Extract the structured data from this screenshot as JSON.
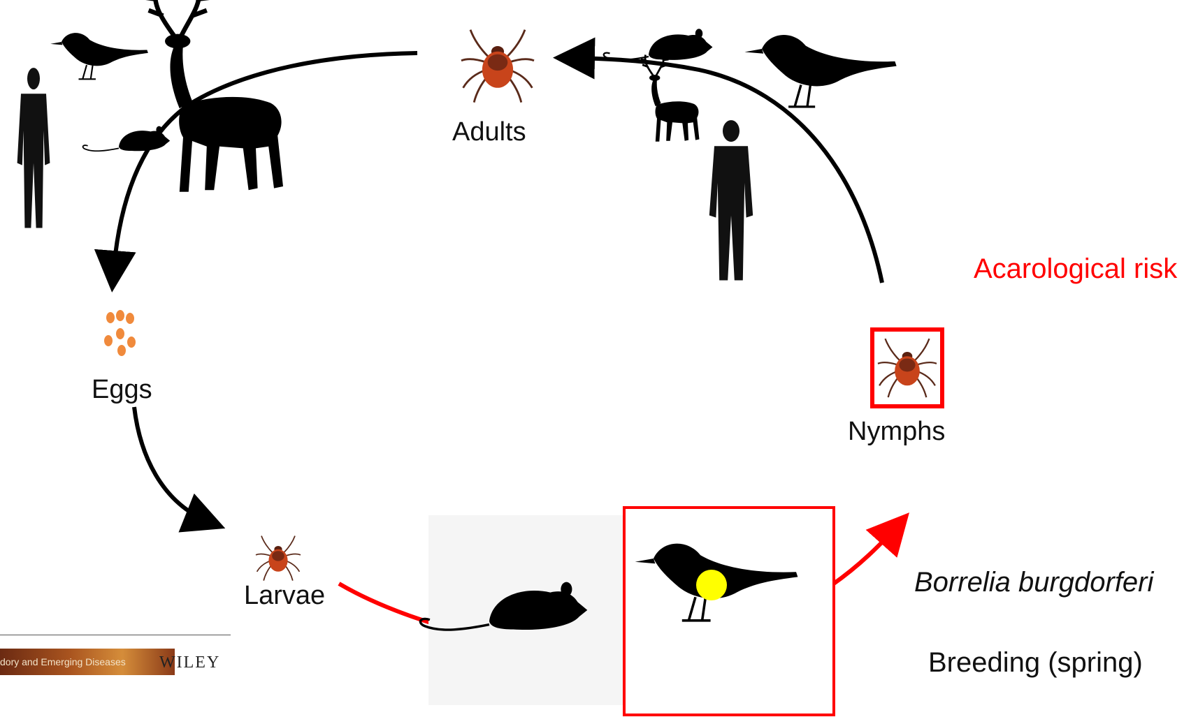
{
  "stages": {
    "adults": "Adults",
    "eggs": "Eggs",
    "larvae": "Larvae",
    "nymphs": "Nymphs"
  },
  "side_labels": {
    "acarological_risk": "Acarological risk",
    "pathogen": "Borrelia burgdorferi",
    "breeding": "Breeding (spring)"
  },
  "footer": {
    "journal": "dory and Emerging Diseases",
    "publisher": "WILEY"
  },
  "colors": {
    "arrow_black": "#000000",
    "arrow_red": "#ff0000",
    "tick": "#c0391b",
    "egg": "#f08a3c",
    "highlight_dot": "#ffff00"
  },
  "icons": [
    "tick-icon",
    "egg-icon",
    "deer-icon",
    "bird-icon",
    "mouse-icon",
    "human-icon"
  ]
}
